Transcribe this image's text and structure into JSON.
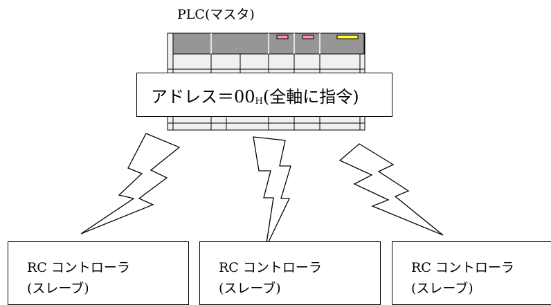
{
  "plc": {
    "title": "PLC(マスタ)",
    "indicator_colors": [
      "#ff8fc8",
      "#ff8fc8",
      "#ffff33"
    ]
  },
  "address": {
    "prefix": "アドレス＝00",
    "subscript": "H",
    "suffix": "(全軸に指令)"
  },
  "slaves": [
    {
      "line1": "RC コントローラ",
      "line2": "(スレーブ)"
    },
    {
      "line1": "RC コントローラ",
      "line2": "(スレーブ)"
    },
    {
      "line1": "RC コントローラ",
      "line2": "(スレーブ)"
    }
  ]
}
